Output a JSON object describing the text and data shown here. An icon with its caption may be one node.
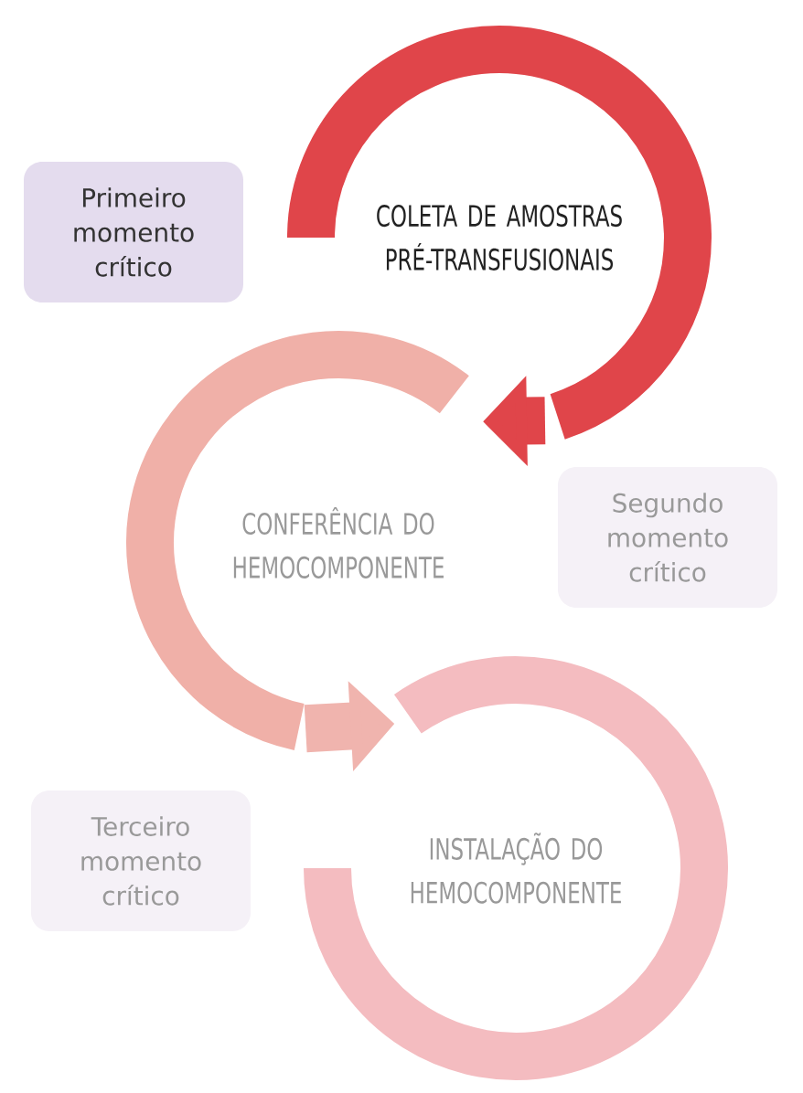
{
  "diagram": {
    "nodes": [
      {
        "text": [
          "COLETA DE AMOSTRAS PRÉ-TRANSFUSIONAIS"
        ]
      },
      {
        "text": [
          "CONFERÊNCIA DO HEMOCOMPONENTE"
        ]
      },
      {
        "text": [
          "INSTALAÇÃO DO HEMOCOMPONENTE"
        ]
      },
      {
        "text": [
          "Primeiro momento crítico"
        ]
      },
      {
        "text": [
          "Segundo momento crítico"
        ]
      },
      {
        "text": [
          "Terceiro momento crítico"
        ]
      }
    ],
    "edges": [
      {
        "from": 0,
        "to": 1,
        "arrow": "to",
        "color": "#e0454a"
      },
      {
        "from": 1,
        "to": 2,
        "arrow": "to",
        "color": "#f0b4ae"
      }
    ]
  }
}
